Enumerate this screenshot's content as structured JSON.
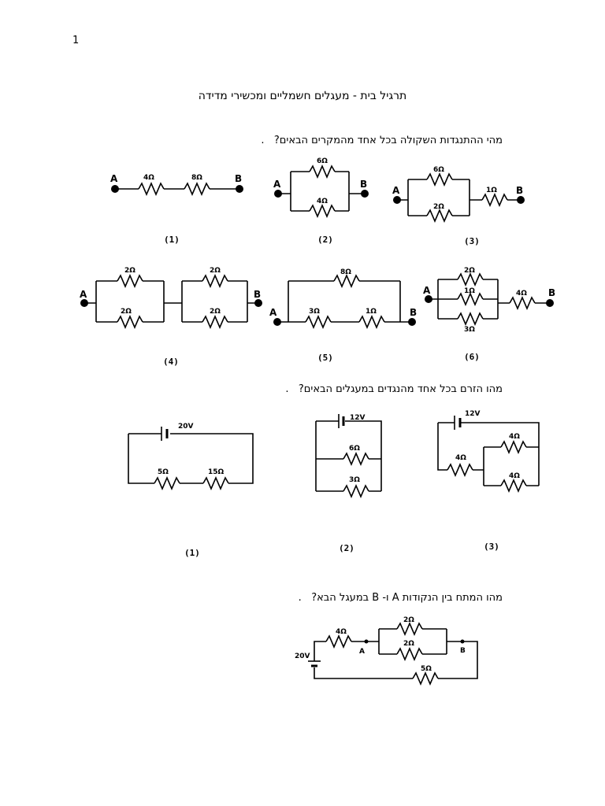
{
  "page": {
    "number": "1"
  },
  "title": "תרגיל בית - מעגלים חשמליים ומכשירי מדידה",
  "questions": [
    {
      "text": "מהי ההתנגדות השקולה בכל אחד מהמקרים הבאים?",
      "bullet": "."
    },
    {
      "text": "מהו הזרם בכל אחד מהנגדים במעגלים הבאים?",
      "bullet": "."
    },
    {
      "text": "מהו המתח בין הנקודות A ו- B במעגל הבא?",
      "bullet": "."
    }
  ],
  "circuits_resistance": [
    {
      "label": "(1)",
      "resistors": [
        "4Ω",
        "8Ω"
      ],
      "terminals": [
        "A",
        "B"
      ]
    },
    {
      "label": "(2)",
      "resistors": [
        "6Ω",
        "4Ω"
      ],
      "terminals": [
        "A",
        "B"
      ]
    },
    {
      "label": "(3)",
      "resistors": [
        "6Ω",
        "2Ω",
        "1Ω"
      ],
      "terminals": [
        "A",
        "B"
      ]
    },
    {
      "label": "(4)",
      "resistors": [
        "2Ω",
        "2Ω",
        "2Ω",
        "2Ω"
      ],
      "terminals": [
        "A",
        "B"
      ]
    },
    {
      "label": "(5)",
      "resistors": [
        "8Ω",
        "3Ω",
        "1Ω"
      ],
      "terminals": [
        "A",
        "B"
      ]
    },
    {
      "label": "(6)",
      "resistors": [
        "2Ω",
        "1Ω",
        "3Ω",
        "4Ω"
      ],
      "terminals": [
        "A",
        "B"
      ]
    }
  ],
  "circuits_current": [
    {
      "label": "(1)",
      "source": "20V",
      "resistors": [
        "5Ω",
        "15Ω"
      ]
    },
    {
      "label": "(2)",
      "source": "12V",
      "resistors": [
        "6Ω",
        "3Ω"
      ]
    },
    {
      "label": "(3)",
      "source": "12V",
      "resistors": [
        "4Ω",
        "4Ω",
        "4Ω"
      ]
    }
  ],
  "circuit_voltage": {
    "source": "20V",
    "resistors": [
      "4Ω",
      "2Ω",
      "2Ω",
      "5Ω"
    ],
    "points": [
      "A",
      "B"
    ]
  }
}
